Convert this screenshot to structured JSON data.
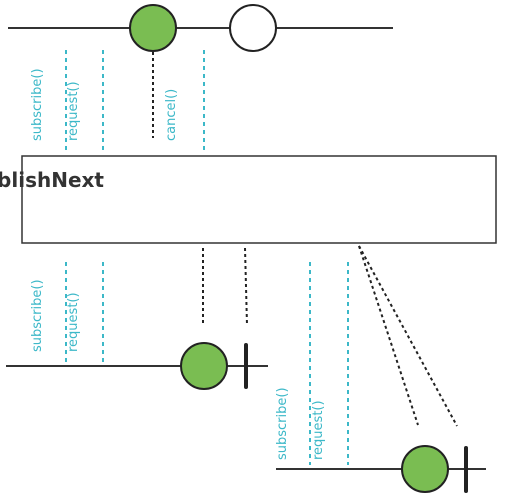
{
  "operator": {
    "label": "publishNext"
  },
  "signals": {
    "subscribe": "subscribe()",
    "request": "request()",
    "cancel": "cancel()"
  },
  "colors": {
    "marble_fill": "#7abd52",
    "signal_line": "#3cb8c8",
    "timeline": "#333333"
  }
}
